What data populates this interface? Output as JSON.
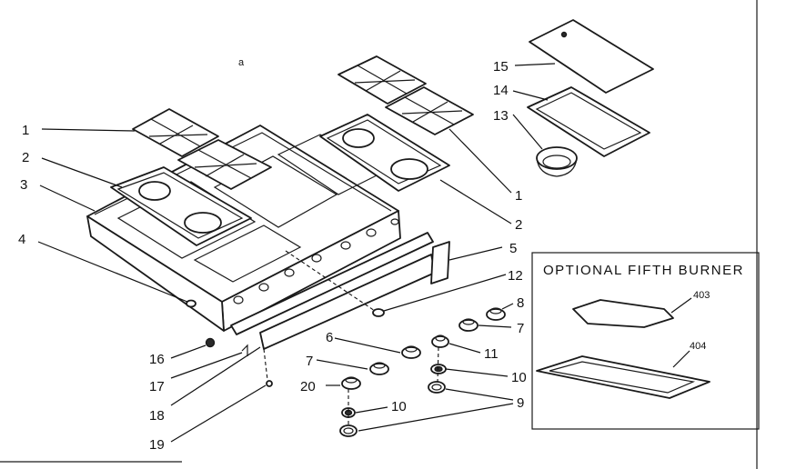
{
  "callouts": {
    "c1_left": "1",
    "c2_left": "2",
    "c3": "3",
    "c4": "4",
    "c1_right": "1",
    "c2_right": "2",
    "c5": "5",
    "c12": "12",
    "c8": "8",
    "c7_right": "7",
    "c6": "6",
    "c11": "11",
    "c10_right": "10",
    "c7_left": "7",
    "c20": "20",
    "c10_left": "10",
    "c9": "9",
    "c16": "16",
    "c17": "17",
    "c18": "18",
    "c19": "19",
    "c13": "13",
    "c14": "14",
    "c15": "15",
    "stray_mark": "a"
  },
  "inset": {
    "title": "OPTIONAL FIFTH BURNER",
    "label_403": "403",
    "label_404": "404"
  }
}
